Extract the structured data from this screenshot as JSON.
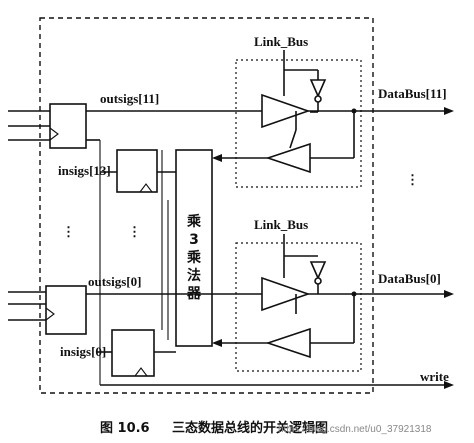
{
  "labels": {
    "link_bus_top": "Link_Bus",
    "link_bus_bottom": "Link_Bus",
    "outsigs_11": "outsigs[11]",
    "outsigs_0": "outsigs[0]",
    "insigs_13": "insigs[13]",
    "insigs_0": "insigs[0]",
    "databus_11": "DataBus[11]",
    "databus_0": "DataBus[0]",
    "write": "write",
    "block_chars": [
      "乘",
      "3",
      "乘",
      "法",
      "器"
    ],
    "ellipsis_left_top": "⋮",
    "ellipsis_left_mid": "⋮",
    "ellipsis_right": "⋮"
  },
  "caption": {
    "figure_number": "图 10.6",
    "title": "三态数据总线的开关逻辑图"
  },
  "watermark": "https://blog.csdn.net/u0_37921318"
}
